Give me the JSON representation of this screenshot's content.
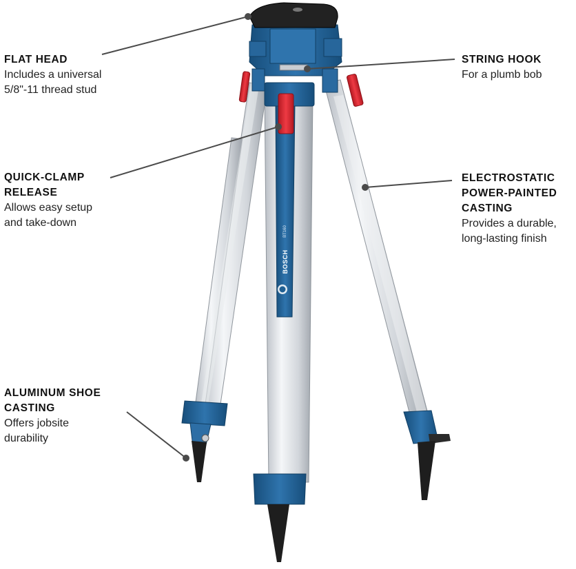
{
  "brand": {
    "name": "BOSCH",
    "model": "BT160",
    "colors": {
      "casting_blue": "#1f5f93",
      "casting_blue_light": "#3b82bd",
      "clamp_red": "#d7232e",
      "aluminum": "#d9dde2",
      "foot_black": "#1e1e1e",
      "leader_line": "#4a4a4a"
    }
  },
  "callouts": {
    "flat_head": {
      "title_lines": [
        "FLAT HEAD"
      ],
      "desc_lines": [
        "Includes a universal",
        "5/8\"-11 thread stud"
      ]
    },
    "quick_clamp": {
      "title_lines": [
        "QUICK-CLAMP",
        "RELEASE"
      ],
      "desc_lines": [
        "Allows easy setup",
        "and take-down"
      ]
    },
    "aluminum_shoe": {
      "title_lines": [
        "ALUMINUM SHOE",
        "CASTING"
      ],
      "desc_lines": [
        "Offers jobsite",
        "durability"
      ]
    },
    "string_hook": {
      "title_lines": [
        "STRING HOOK"
      ],
      "desc_lines": [
        "For a plumb bob"
      ]
    },
    "electrostatic": {
      "title_lines": [
        "ELECTROSTATIC",
        "POWER-PAINTED",
        "CASTING"
      ],
      "desc_lines": [
        "Provides a durable,",
        "long-lasting finish"
      ]
    }
  }
}
